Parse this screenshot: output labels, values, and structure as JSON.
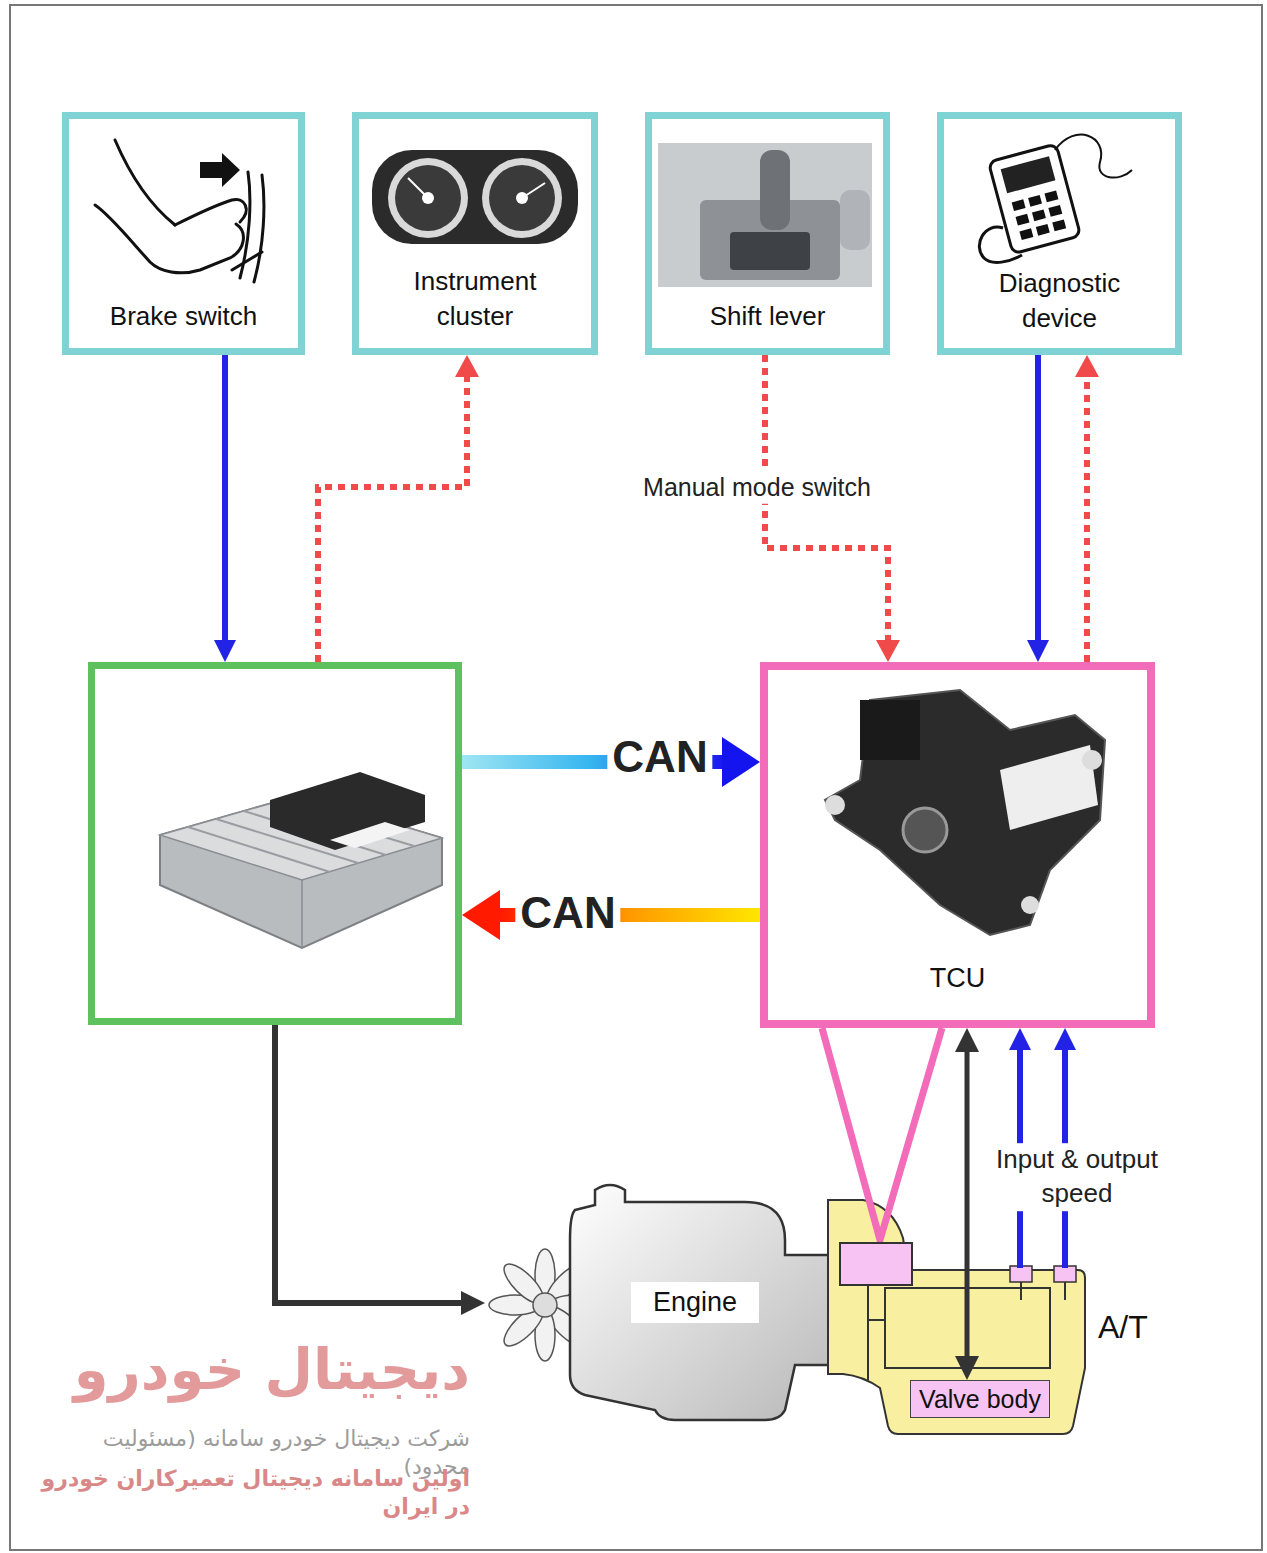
{
  "diagram": {
    "nodes": [
      {
        "text": [
          "Brake switch"
        ]
      },
      {
        "text": [
          "Instrument cluster"
        ]
      },
      {
        "text": [
          "Shift lever"
        ]
      },
      {
        "text": [
          "Diagnostic device"
        ]
      },
      {
        "text": []
      },
      {
        "text": [
          "TCU"
        ]
      },
      {
        "text": [
          "Engine"
        ]
      },
      {
        "text": [
          "A/T"
        ]
      },
      {
        "text": [
          "Valve body"
        ],
        "in": 7
      }
    ],
    "edges": [
      {
        "from": 0,
        "to": 4,
        "arrow": "to"
      },
      {
        "from": 4,
        "to": 1,
        "arrow": "to"
      },
      {
        "from": 2,
        "to": 5,
        "label": "Manual mode switch",
        "arrow": "to"
      },
      {
        "from": 3,
        "to": 5,
        "arrow": "to"
      },
      {
        "from": 5,
        "to": 3,
        "arrow": "to"
      },
      {
        "from": 4,
        "to": 5,
        "label": "CAN",
        "arrow": "to"
      },
      {
        "from": 5,
        "to": 4,
        "label": "CAN",
        "arrow": "to"
      },
      {
        "from": 4,
        "to": 6,
        "arrow": "to"
      },
      {
        "from": 5,
        "to": 8,
        "arrow": "both"
      },
      {
        "from": 7,
        "to": 5,
        "label": "Input & output speed",
        "arrow": "to"
      },
      {
        "from": 7,
        "to": 5,
        "arrow": "to"
      }
    ],
    "labels": [
      "دیجیتال خودرو",
      "شرکت دیجیتال خودرو سامانه (مسئولیت محدود)",
      "اولین سامانه دیجیتال تعمیرکاران خودرو در ایران"
    ]
  }
}
